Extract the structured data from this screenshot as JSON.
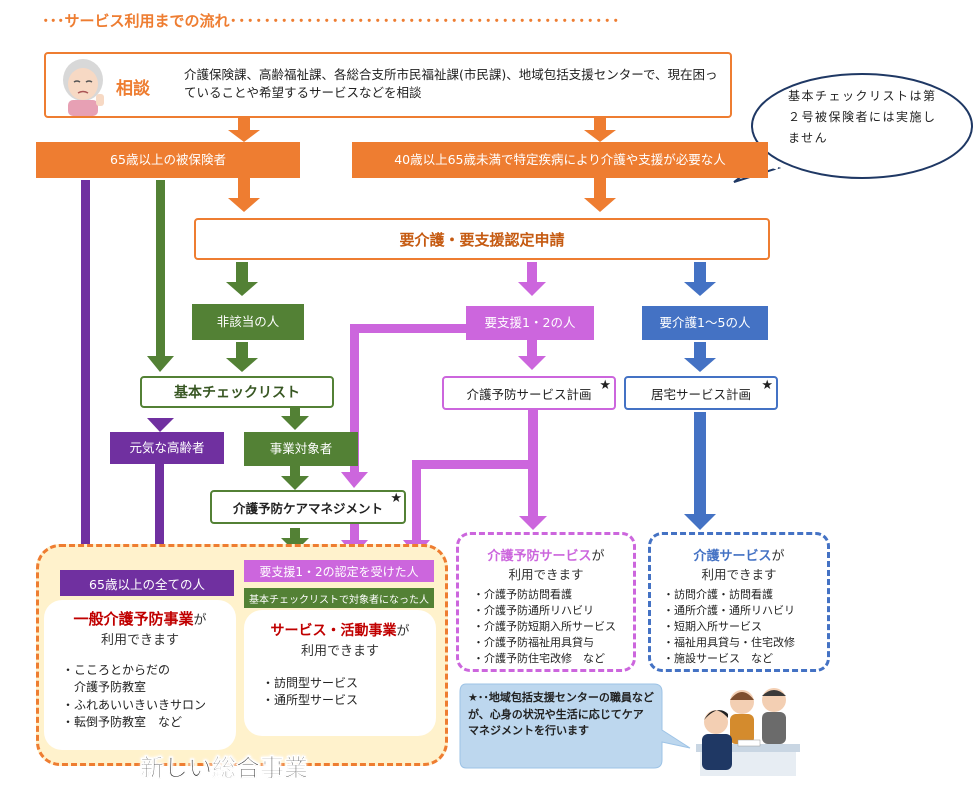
{
  "header": {
    "title": "サービス利用までの流れ"
  },
  "consult": {
    "label": "相談",
    "text": "介護保険課、高齢福祉課、各総合支所市民福祉課(市民課)、地域包括支援センターで、現在困っていることや希望するサービスなどを相談"
  },
  "bubble": {
    "text": "基本チェックリストは第２号被保険者には実施しません"
  },
  "over65": "65歳以上の被保険者",
  "age40_65": "40歳以上65歳未満で特定疾病により介護や支援が必要な人",
  "application": "要介護・要支援認定申請",
  "not_applicable": "非該当の人",
  "support12": "要支援1・2の人",
  "care15": "要介護1～5の人",
  "checklist": "基本チェックリスト",
  "prevention_plan": {
    "label": "介護予防サービス計画",
    "star": "★"
  },
  "home_plan": {
    "label": "居宅サービス計画",
    "star": "★"
  },
  "healthy_elderly": "元気な高齢者",
  "eligible": "事業対象者",
  "care_mgmt": {
    "label": "介護予防ケアマネジメント",
    "star": "★"
  },
  "prevention_services": {
    "title": "介護予防サービス",
    "suffix": "が",
    "subtitle": "利用できます",
    "items": [
      "・介護予防訪問看護",
      "・介護予防通所リハビリ",
      "・介護予防短期入所サービス",
      "・介護予防福祉用具貸与",
      "・介護予防住宅改修　など"
    ]
  },
  "care_services": {
    "title": "介護サービス",
    "suffix": "が",
    "subtitle": "利用できます",
    "items": [
      "・訪問介護・訪問看護",
      "・通所介護・通所リハビリ",
      "・短期入所サービス",
      "・福祉用具貸与・住宅改修",
      "・施設サービス　など"
    ]
  },
  "all65": "65歳以上の全ての人",
  "certified12": "要支援1・2の認定を受けた人",
  "checklist_target": "基本チェックリストで対象者になった人",
  "general_prevention": {
    "title": "一般介護予防事業",
    "suffix": "が",
    "subtitle": "利用できます",
    "items": [
      "・こころとからだの",
      "　介護予防教室",
      "・ふれあいいきいきサロン",
      "・転倒予防教室　など"
    ]
  },
  "service_activity": {
    "title": "サービス・活動事業",
    "suffix": "が",
    "subtitle": "利用できます",
    "items": [
      "・訪問型サービス",
      "・通所型サービス"
    ]
  },
  "note": {
    "text": "★･･地域包括支援センターの職員などが、心身の状況や生活に応じてケアマネジメントを行います"
  },
  "footer": "新しい総合事業",
  "colors": {
    "orange": "#ee7d31",
    "green": "#538135",
    "purple": "#7030a0",
    "pink": "#cc66dd",
    "blue": "#4472c4",
    "cream": "#fff2cc"
  }
}
